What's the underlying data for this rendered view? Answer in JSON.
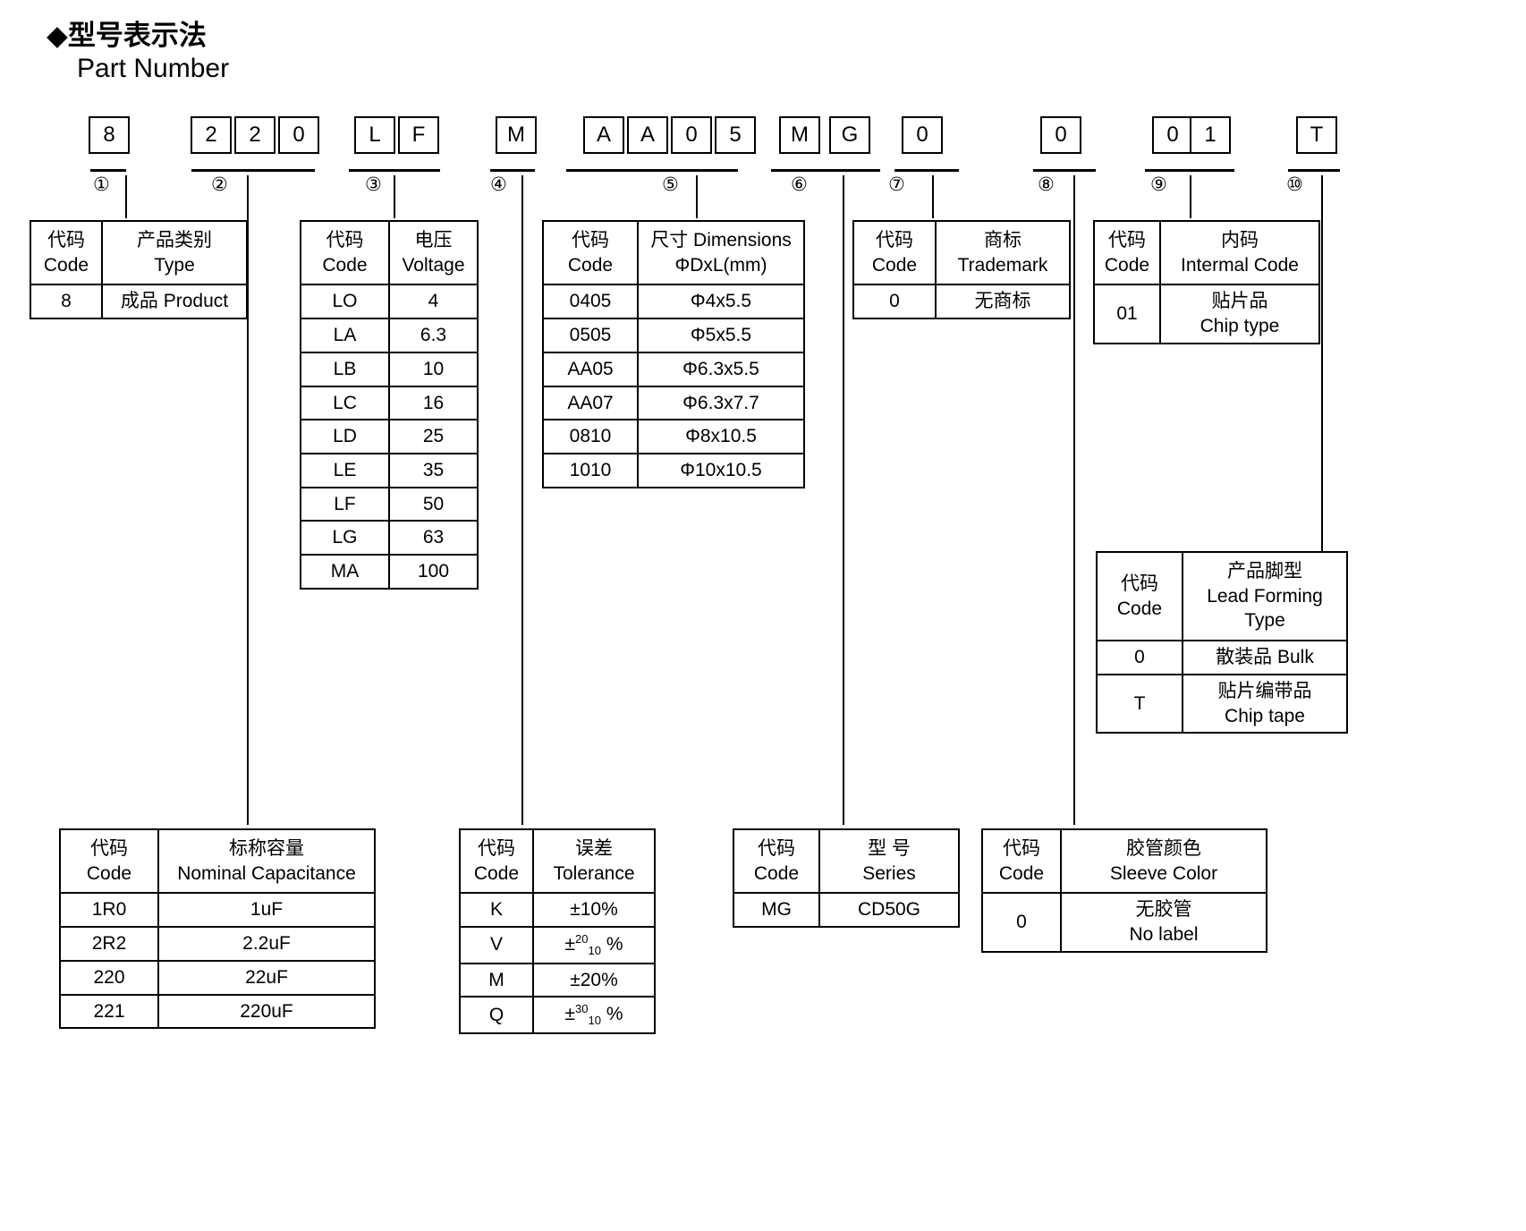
{
  "title": {
    "cn": "◆型号表示法",
    "en": "Part Number"
  },
  "part_number": {
    "groups": [
      {
        "index": "①",
        "chars": [
          "8"
        ]
      },
      {
        "index": "②",
        "chars": [
          "2",
          "2",
          "0"
        ]
      },
      {
        "index": "③",
        "chars": [
          "L",
          "F"
        ]
      },
      {
        "index": "④",
        "chars": [
          "M"
        ]
      },
      {
        "index": "⑤",
        "chars": [
          "A",
          "A",
          "0",
          "5"
        ]
      },
      {
        "index": "⑥",
        "chars": [
          "M",
          "G"
        ]
      },
      {
        "index": "⑦",
        "chars": [
          "0"
        ]
      },
      {
        "index": "⑧",
        "chars": [
          "0"
        ]
      },
      {
        "index": "⑨",
        "chars": [
          "0",
          "1"
        ]
      },
      {
        "index": "⑩",
        "chars": [
          "T"
        ]
      }
    ]
  },
  "tables": {
    "type": {
      "header": {
        "code_cn": "代码",
        "code_en": "Code",
        "label_cn": "产品类别",
        "label_en": "Type"
      },
      "rows": [
        {
          "code": "8",
          "value": "成品 Product"
        }
      ]
    },
    "voltage": {
      "header": {
        "code_cn": "代码",
        "code_en": "Code",
        "label_cn": "电压",
        "label_en": "Voltage"
      },
      "rows": [
        {
          "code": "LO",
          "value": "4"
        },
        {
          "code": "LA",
          "value": "6.3"
        },
        {
          "code": "LB",
          "value": "10"
        },
        {
          "code": "LC",
          "value": "16"
        },
        {
          "code": "LD",
          "value": "25"
        },
        {
          "code": "LE",
          "value": "35"
        },
        {
          "code": "LF",
          "value": "50"
        },
        {
          "code": "LG",
          "value": "63"
        },
        {
          "code": "MA",
          "value": "100"
        }
      ]
    },
    "dimensions": {
      "header": {
        "code_cn": "代码",
        "code_en": "Code",
        "label_cn": "尺寸 Dimensions",
        "label_en": "ΦDxL(mm)"
      },
      "rows": [
        {
          "code": "0405",
          "value": "Φ4x5.5"
        },
        {
          "code": "0505",
          "value": "Φ5x5.5"
        },
        {
          "code": "AA05",
          "value": "Φ6.3x5.5"
        },
        {
          "code": "AA07",
          "value": "Φ6.3x7.7"
        },
        {
          "code": "0810",
          "value": "Φ8x10.5"
        },
        {
          "code": "1010",
          "value": "Φ10x10.5"
        }
      ]
    },
    "trademark": {
      "header": {
        "code_cn": "代码",
        "code_en": "Code",
        "label_cn": "商标",
        "label_en": "Trademark"
      },
      "rows": [
        {
          "code": "0",
          "value": "无商标"
        }
      ]
    },
    "internal_code": {
      "header": {
        "code_cn": "代码",
        "code_en": "Code",
        "label_cn": "内码",
        "label_en": "Intermal Code"
      },
      "rows": [
        {
          "code": "01",
          "value_cn": "贴片品",
          "value_en": "Chip type"
        }
      ]
    },
    "lead_forming": {
      "header": {
        "code_cn": "代码",
        "code_en": "Code",
        "label_cn": "产品脚型",
        "label_en1": "Lead Forming",
        "label_en2": "Type"
      },
      "rows": [
        {
          "code": "0",
          "value_cn": "散装品 Bulk",
          "value_en": ""
        },
        {
          "code": "T",
          "value_cn": "贴片编带品",
          "value_en": "Chip tape"
        }
      ]
    },
    "capacitance": {
      "header": {
        "code_cn": "代码",
        "code_en": "Code",
        "label_cn": "标称容量",
        "label_en": "Nominal Capacitance"
      },
      "rows": [
        {
          "code": "1R0",
          "value": "1uF"
        },
        {
          "code": "2R2",
          "value": "2.2uF"
        },
        {
          "code": "220",
          "value": "22uF"
        },
        {
          "code": "221",
          "value": "220uF"
        }
      ]
    },
    "tolerance": {
      "header": {
        "code_cn": "代码",
        "code_en": "Code",
        "label_cn": "误差",
        "label_en": "Tolerance"
      },
      "rows": [
        {
          "code": "K",
          "value": "±10%",
          "sup": "",
          "sub": ""
        },
        {
          "code": "V",
          "value": "",
          "sup": "20",
          "sub": "10",
          "suffix": "%"
        },
        {
          "code": "M",
          "value": "±20%",
          "sup": "",
          "sub": ""
        },
        {
          "code": "Q",
          "value": "",
          "sup": "30",
          "sub": "10",
          "suffix": "%"
        }
      ]
    },
    "series": {
      "header": {
        "code_cn": "代码",
        "code_en": "Code",
        "label_cn": "型 号",
        "label_en": "Series"
      },
      "rows": [
        {
          "code": "MG",
          "value": "CD50G"
        }
      ]
    },
    "sleeve_color": {
      "header": {
        "code_cn": "代码",
        "code_en": "Code",
        "label_cn": "胶管颜色",
        "label_en": "Sleeve Color"
      },
      "rows": [
        {
          "code": "0",
          "value_cn": "无胶管",
          "value_en": "No label"
        }
      ]
    }
  }
}
